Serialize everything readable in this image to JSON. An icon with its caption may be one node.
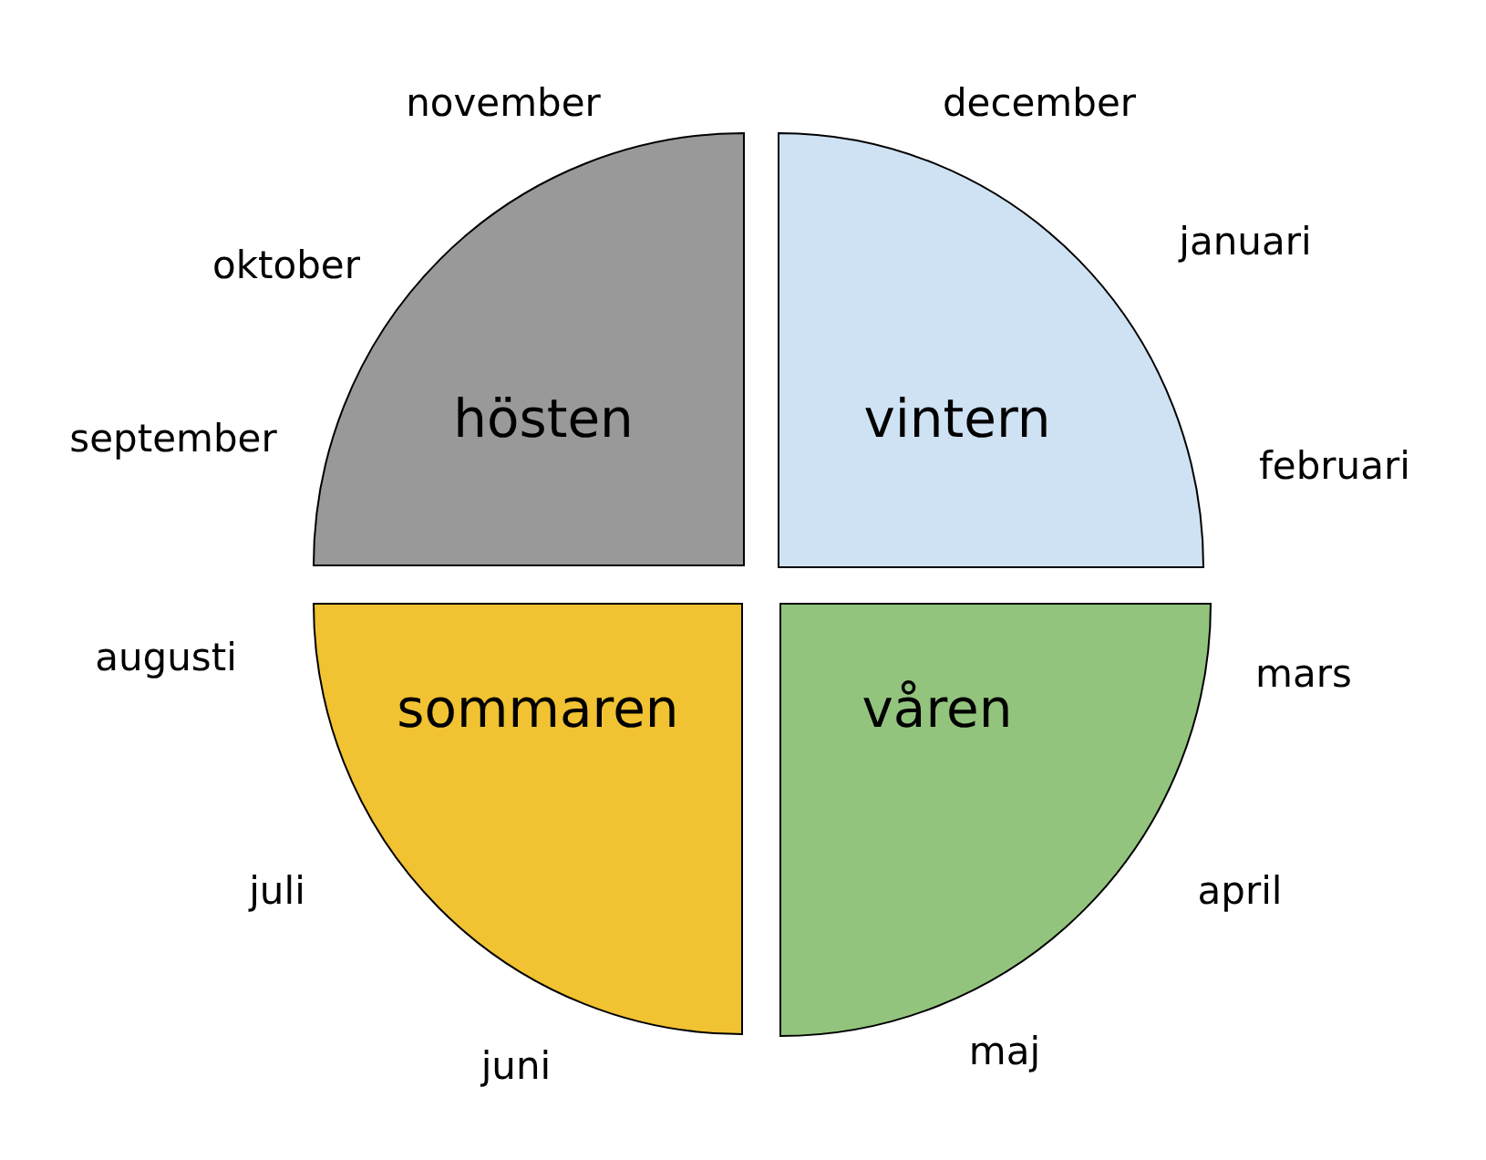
{
  "diagram": {
    "nodes": [
      {
        "text": [
          "hösten"
        ]
      },
      {
        "text": [
          "vintern"
        ]
      },
      {
        "text": [
          "sommaren"
        ]
      },
      {
        "text": [
          "våren"
        ]
      }
    ],
    "labels": [
      "november",
      "december",
      "oktober",
      "januari",
      "september",
      "februari",
      "augusti",
      "mars",
      "juli",
      "april",
      "juni",
      "maj"
    ]
  }
}
